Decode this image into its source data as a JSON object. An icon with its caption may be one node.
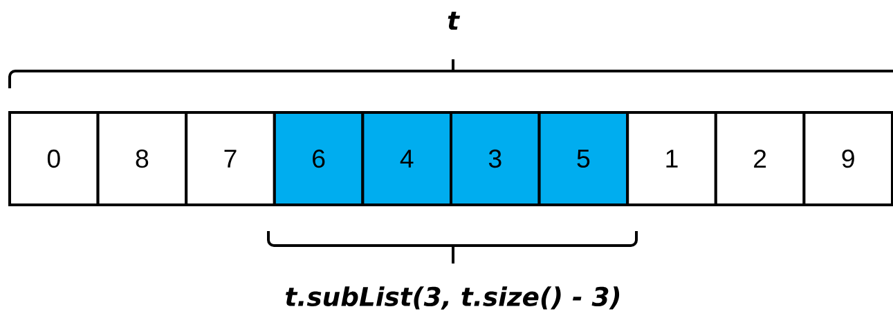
{
  "diagram": {
    "nodes": [
      {
        "text": [
          "0"
        ]
      },
      {
        "text": [
          "8"
        ]
      },
      {
        "text": [
          "7"
        ]
      },
      {
        "text": [
          "6"
        ]
      },
      {
        "text": [
          "4"
        ]
      },
      {
        "text": [
          "3"
        ]
      },
      {
        "text": [
          "5"
        ]
      },
      {
        "text": [
          "1"
        ]
      },
      {
        "text": [
          "2"
        ]
      },
      {
        "text": [
          "9"
        ]
      }
    ],
    "labels": [
      "t",
      "t.subList(3, t.size() - 3)"
    ]
  }
}
